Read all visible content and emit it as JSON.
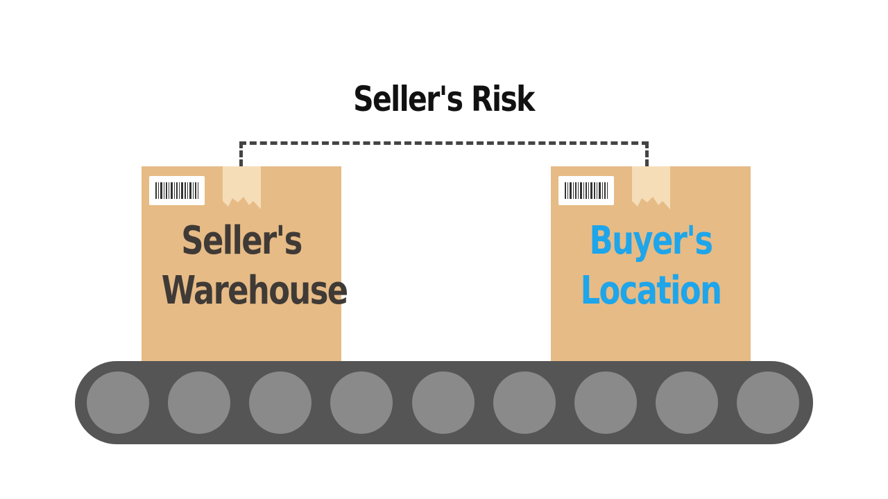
{
  "diagram": {
    "title": "Seller's Risk",
    "title_color": "#111111",
    "boxes": [
      {
        "line1": "Seller's",
        "line2": "Warehouse",
        "text_color": "#3f3a36"
      },
      {
        "line1": "Buyer's",
        "line2": "Location",
        "text_color": "#1ea5ea"
      }
    ],
    "colors": {
      "box": "#e6bb86",
      "tape": "#f5ddb7",
      "belt": "#555555",
      "roller": "#8a8a8a",
      "connector": "#444444"
    },
    "icons": {
      "barcode": "barcode-icon",
      "tape": "tape-icon"
    },
    "roller_count": 9
  }
}
